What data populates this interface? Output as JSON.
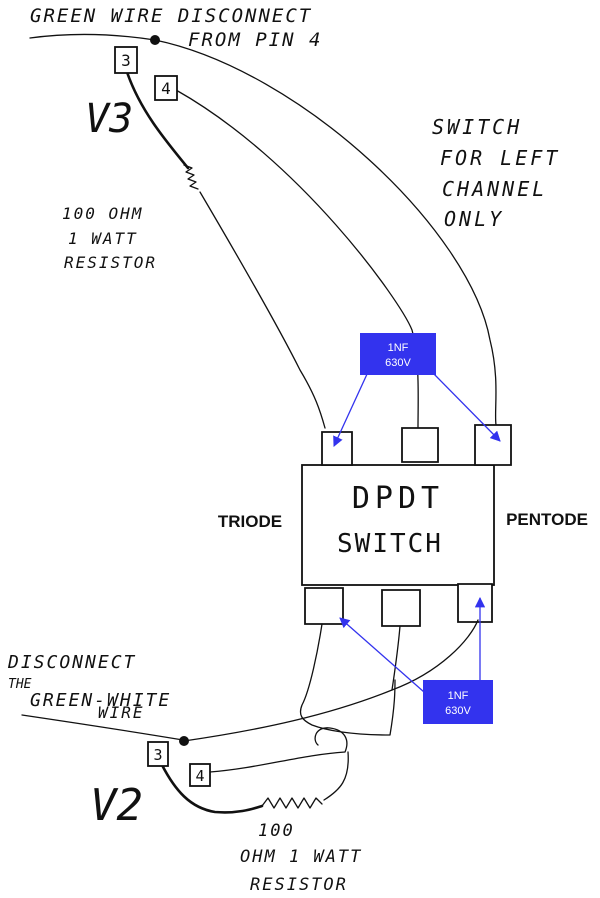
{
  "notes": {
    "v3_line1": "GREEN WIRE DISCONNECT",
    "v3_line2": "FROM PIN 4",
    "switch_line1": "SWITCH",
    "switch_line2": "FOR LEFT",
    "switch_line3": "CHANNEL",
    "switch_line4": "ONLY",
    "v2_line1": "DISCONNECT",
    "v2_line2": "THE",
    "v2_line3": "GREEN-WHITE",
    "v2_line4": "WIRE"
  },
  "tubes": {
    "v3_label": "V3",
    "v2_label": "V2",
    "pin3": "3",
    "pin4": "4"
  },
  "resistor_top": {
    "line1": "100 OHM",
    "line2": "1 WATT",
    "line3": "RESISTOR"
  },
  "resistor_bottom": {
    "line1": "100",
    "line2": "OHM 1 WATT",
    "line3": "RESISTOR"
  },
  "switch": {
    "line1": "DPDT",
    "line2": "SWITCH",
    "left_label": "TRIODE",
    "right_label": "PENTODE"
  },
  "capacitor_top": {
    "line1": "1NF",
    "line2": "630V"
  },
  "capacitor_bottom": {
    "line1": "1NF",
    "line2": "630V"
  },
  "colors": {
    "ink": "#111111",
    "capacitor_fill": "#3333ee",
    "arrow": "#3333ee"
  }
}
